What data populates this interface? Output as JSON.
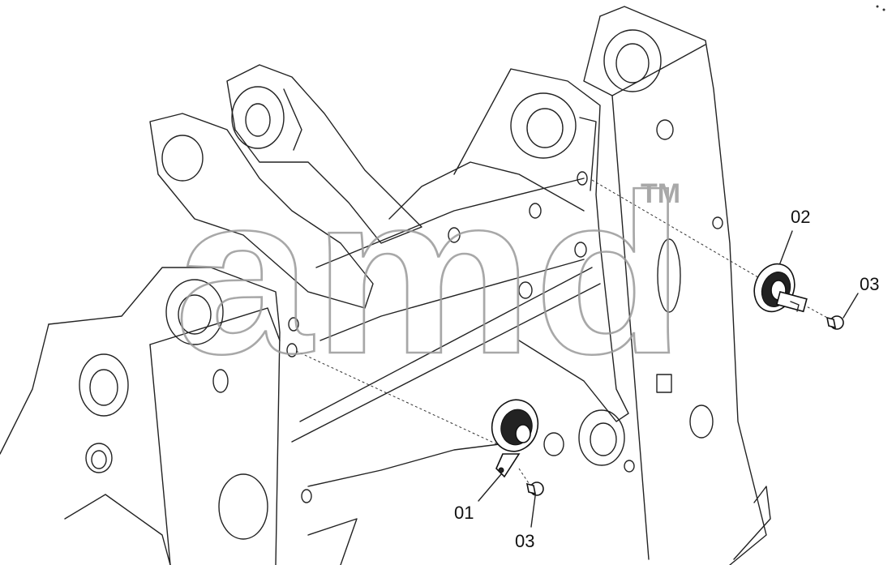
{
  "watermark": {
    "text": "amd",
    "trademark": "TM"
  },
  "callouts": [
    {
      "id": "label-01",
      "text": "01"
    },
    {
      "id": "label-02",
      "text": "02"
    },
    {
      "id": "label-03-lower",
      "text": "03"
    },
    {
      "id": "label-03-upper",
      "text": "03"
    }
  ],
  "colors": {
    "line": "#222222",
    "watermark": "#9a9a9a",
    "background": "#ffffff"
  }
}
